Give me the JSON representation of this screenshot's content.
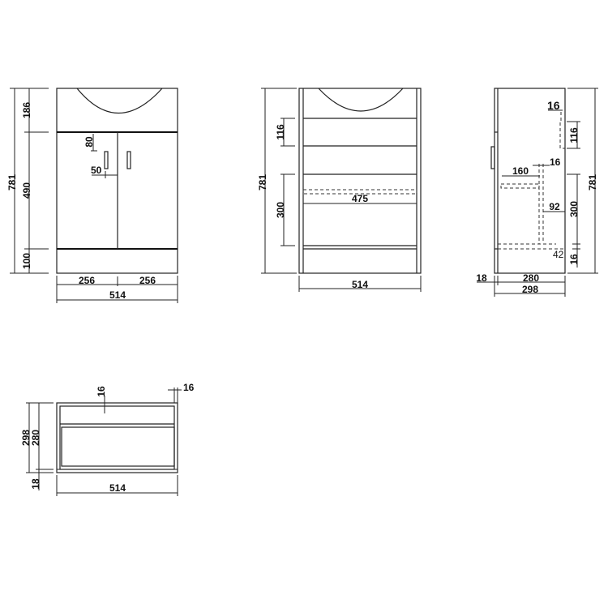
{
  "front_view": {
    "height_total": "781",
    "top_section": "186",
    "door_section": "490",
    "plinth": "100",
    "handle_from_top": "80",
    "handle_from_center": "50",
    "left_door_width": "256",
    "right_door_width": "256",
    "width_total": "514"
  },
  "open_view": {
    "height_total": "781",
    "rail_height": "116",
    "shelf_space": "300",
    "shelf_width": "475",
    "width_total": "514"
  },
  "side_view": {
    "rail_thickness": "16",
    "rail_height": "116",
    "shelf_thickness": "16",
    "shelf_depth": "160",
    "shelf_offset": "92",
    "shelf_space": "300",
    "bottom_thickness": "16",
    "bottom_offset": "42",
    "height_total": "781",
    "door_thickness": "18",
    "carcass_depth": "280",
    "depth_total": "298"
  },
  "top_view": {
    "rail_thickness": "16",
    "side_thickness": "16",
    "depth_total": "298",
    "carcass_depth": "280",
    "door_thickness": "18",
    "width_total": "514"
  }
}
